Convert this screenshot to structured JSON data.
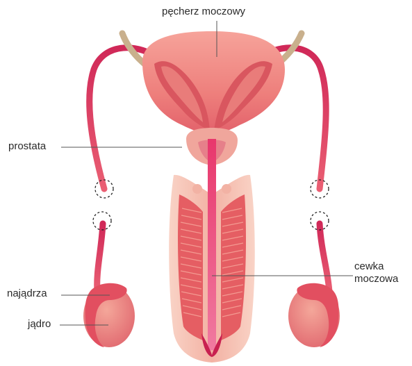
{
  "labels": {
    "bladder": "pęcherz moczowy",
    "prostate": "prostata",
    "urethra_line1": "cewka",
    "urethra_line2": "moczowa",
    "epididymis": "najądrza",
    "testis": "jądro"
  },
  "colors": {
    "bladder_light": "#f08a84",
    "bladder_dark": "#d84a5a",
    "duct": "#d8345c",
    "duct_tan": "#c2a98a",
    "penis_outer": "#f6c3b6",
    "penis_inner": "#e45d60",
    "urethra": "#e8507a",
    "testis": "#e98a7e",
    "leader_line": "#555555"
  },
  "icons": {
    "cut_marks": "dashed-circle-icon"
  }
}
